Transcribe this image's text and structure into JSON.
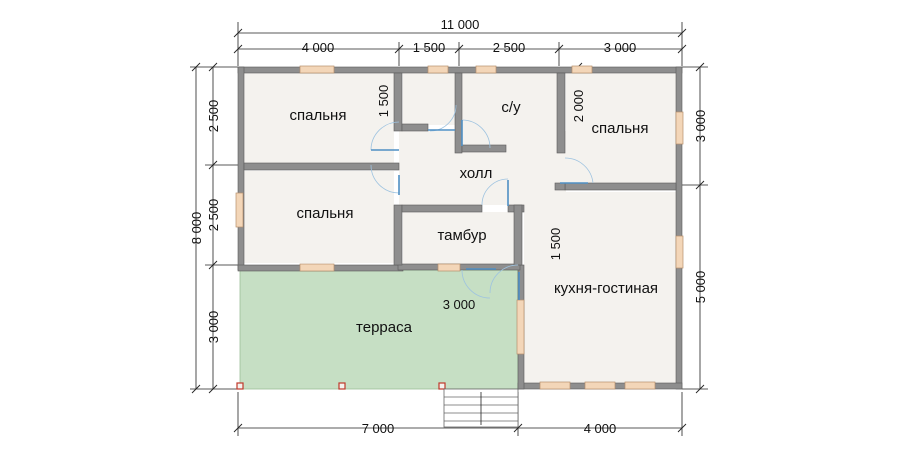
{
  "rooms": {
    "bedroom_1": "спальня",
    "bedroom_2": "спальня",
    "bedroom_3": "спальня",
    "bathroom": "с/у",
    "hall": "холл",
    "vestibule": "тамбур",
    "kitchen_living": "кухня-гостиная",
    "terrace": "терраса"
  },
  "dimensions": {
    "top_total": "11 000",
    "top_1": "4 000",
    "top_2": "1 500",
    "top_3": "2 500",
    "top_4": "3 000",
    "left_total": "8 000",
    "left_1": "2 500",
    "left_2": "2 500",
    "left_3": "3 000",
    "right_1": "3 000",
    "right_2": "5 000",
    "bottom_1": "7 000",
    "bottom_2": "4 000",
    "inner_wc": "1 500",
    "inner_bath": "2 000",
    "inner_vestibule": "1 500",
    "inner_terrace": "3 000"
  },
  "colors": {
    "wall": "#8e8e8e",
    "floor": "#f4f2ee",
    "terrace": "#c6dfc4",
    "window": "#f3d6b8",
    "door": "#4e8fc4",
    "post": "#c0392b"
  }
}
